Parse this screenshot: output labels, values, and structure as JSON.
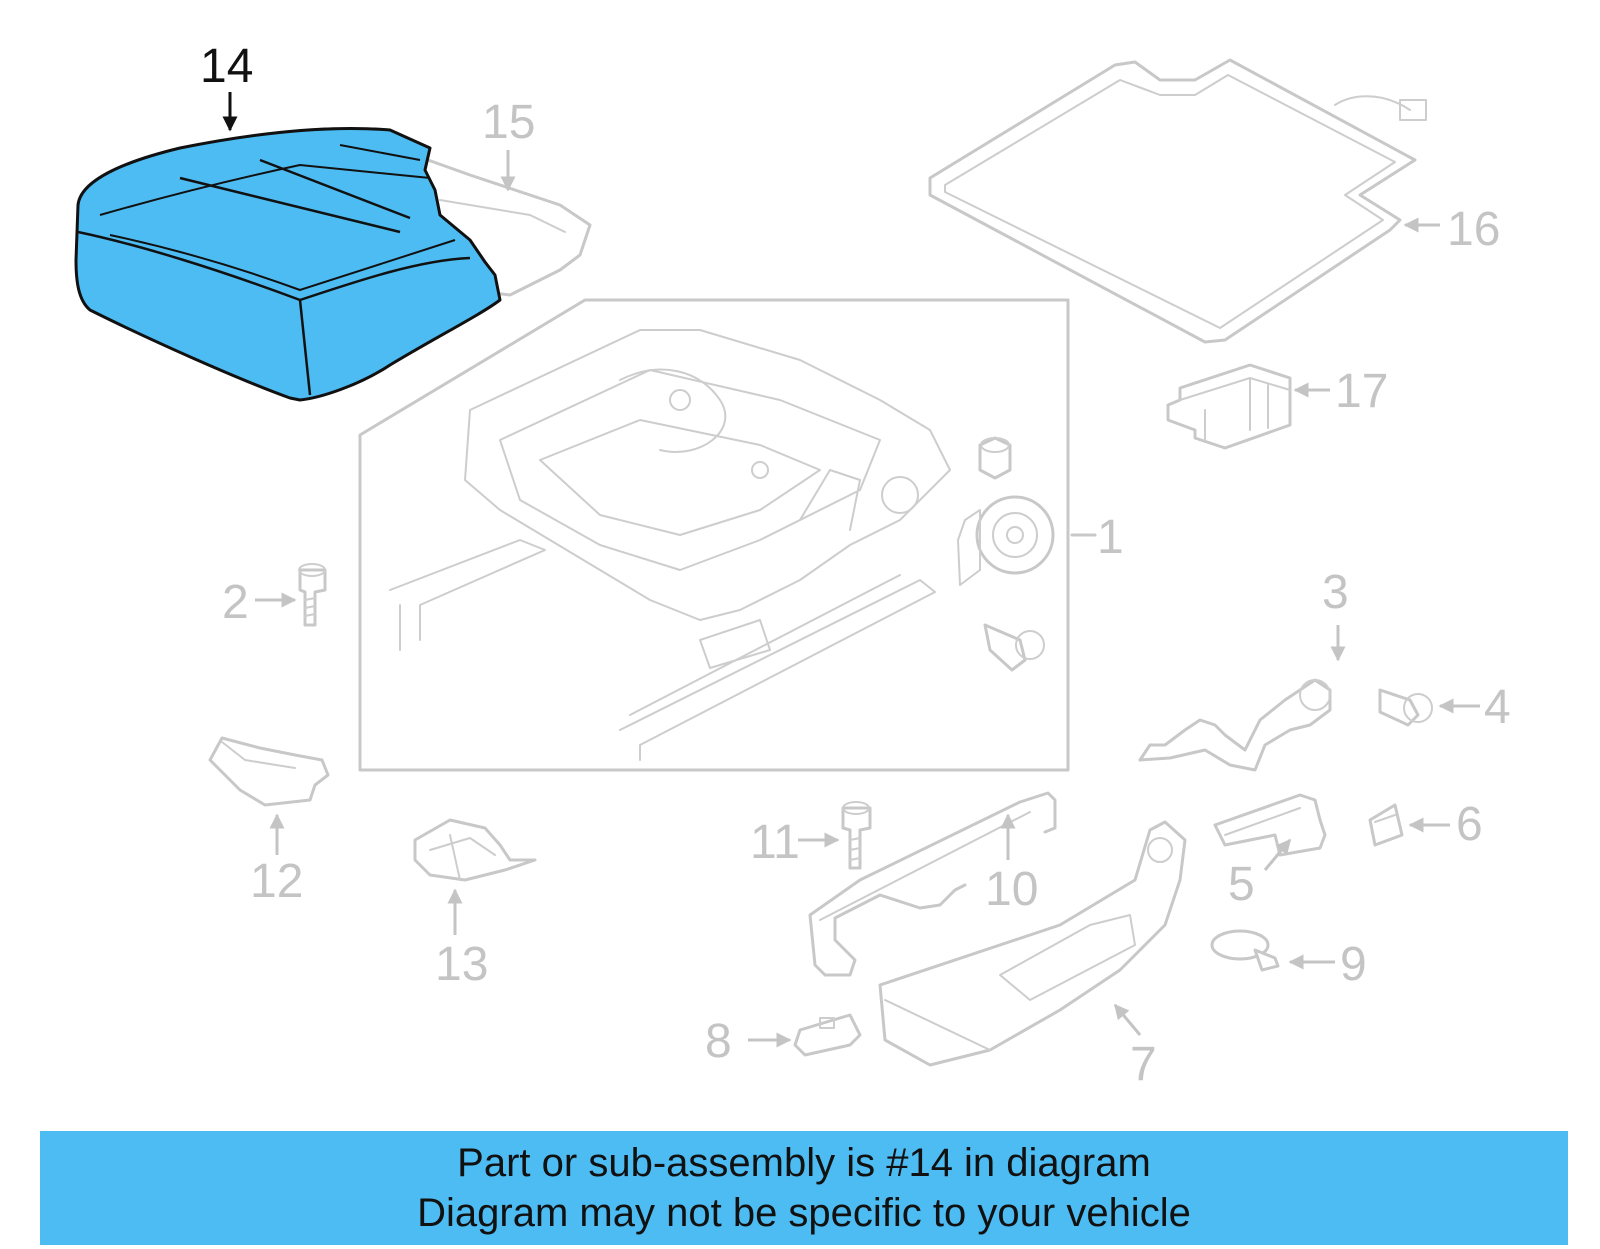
{
  "highlight_color": "#4dbcf3",
  "callouts": {
    "c1": "1",
    "c2": "2",
    "c3": "3",
    "c4": "4",
    "c5": "5",
    "c6": "6",
    "c7": "7",
    "c8": "8",
    "c9": "9",
    "c10": "10",
    "c11": "11",
    "c12": "12",
    "c13": "13",
    "c14": "14",
    "c15": "15",
    "c16": "16",
    "c17": "17"
  },
  "banner": {
    "line1": "Part or sub-assembly is #14 in diagram",
    "line2": "Diagram may not be specific to your vehicle"
  }
}
